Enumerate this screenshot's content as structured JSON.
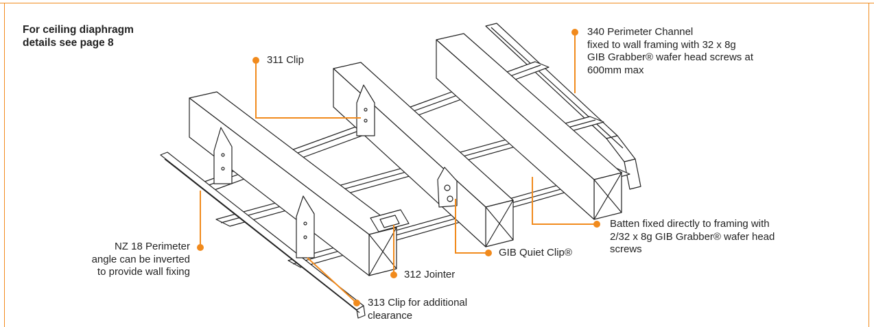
{
  "note": {
    "line1": "For ceiling diaphragm",
    "line2": "details see page 8"
  },
  "labels": {
    "clip311": "311 Clip",
    "channel340": {
      "line1": "340 Perimeter Channel",
      "line2": "fixed to wall framing with 32 x 8g",
      "line3": "GIB Grabber® wafer head screws at",
      "line4": "600mm max"
    },
    "batten": {
      "line1": "Batten fixed directly to framing with",
      "line2": "2/32 x 8g GIB Grabber® wafer head",
      "line3": "screws"
    },
    "quietclip": "GIB Quiet Clip®",
    "jointer312": "312 Jointer",
    "clip313": {
      "line1": "313 Clip for additional",
      "line2": "clearance"
    },
    "nz18": {
      "line1": "NZ 18 Perimeter",
      "line2": "angle can be inverted",
      "line3": "to provide wall fixing"
    }
  },
  "colors": {
    "accent": "#f18a1c",
    "line": "#222222"
  }
}
